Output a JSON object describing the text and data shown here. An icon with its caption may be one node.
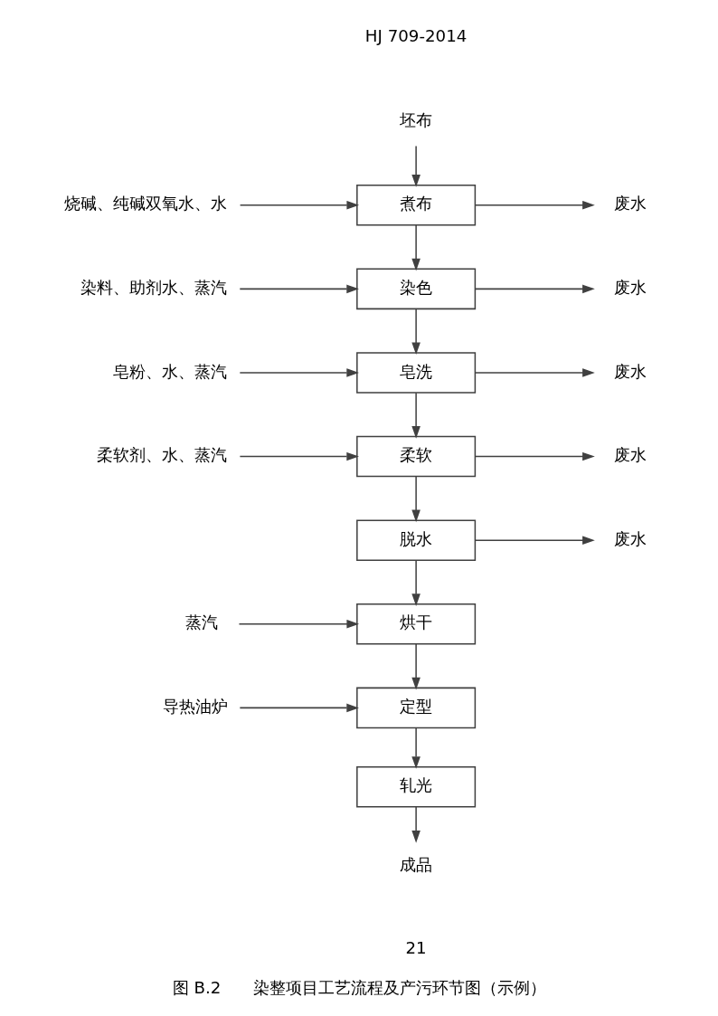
{
  "diagram": {
    "caption": "图 B.2　　染整项目工艺流程及产污环节图（示例）",
    "nodes": [
      {
        "text": [
          "坯布"
        ]
      },
      {
        "text": [
          "煮布"
        ]
      },
      {
        "text": [
          "染色"
        ]
      },
      {
        "text": [
          "皂洗"
        ]
      },
      {
        "text": [
          "柔软"
        ]
      },
      {
        "text": [
          "脱水"
        ]
      },
      {
        "text": [
          "烘干"
        ]
      },
      {
        "text": [
          "定型"
        ]
      },
      {
        "text": [
          "轧光"
        ]
      },
      {
        "text": [
          "成品"
        ]
      },
      {
        "text": [
          "烧碱、纯碱双氧水、水"
        ]
      },
      {
        "text": [
          "染料、助剂水、蒸汽"
        ]
      },
      {
        "text": [
          "皂粉、水、蒸汽"
        ]
      },
      {
        "text": [
          "柔软剂、水、蒸汽"
        ]
      },
      {
        "text": [
          "蒸汽"
        ]
      },
      {
        "text": [
          "导热油炉"
        ]
      },
      {
        "text": [
          "废水"
        ]
      },
      {
        "text": [
          "废水"
        ]
      },
      {
        "text": [
          "废水"
        ]
      },
      {
        "text": [
          "废水"
        ]
      },
      {
        "text": [
          "废水"
        ]
      }
    ],
    "edges": [
      {
        "from": 0,
        "to": 1,
        "arrow": "to"
      },
      {
        "from": 1,
        "to": 2,
        "arrow": "to"
      },
      {
        "from": 2,
        "to": 3,
        "arrow": "to"
      },
      {
        "from": 3,
        "to": 4,
        "arrow": "to"
      },
      {
        "from": 4,
        "to": 5,
        "arrow": "to"
      },
      {
        "from": 5,
        "to": 6,
        "arrow": "to"
      },
      {
        "from": 6,
        "to": 7,
        "arrow": "to"
      },
      {
        "from": 7,
        "to": 8,
        "arrow": "to"
      },
      {
        "from": 8,
        "to": 9,
        "arrow": "to"
      },
      {
        "from": 10,
        "to": 1,
        "arrow": "to"
      },
      {
        "from": 1,
        "to": 16,
        "arrow": "to"
      },
      {
        "from": 11,
        "to": 2,
        "arrow": "to"
      },
      {
        "from": 2,
        "to": 17,
        "arrow": "to"
      },
      {
        "from": 12,
        "to": 3,
        "arrow": "to"
      },
      {
        "from": 3,
        "to": 18,
        "arrow": "to"
      },
      {
        "from": 13,
        "to": 4,
        "arrow": "to"
      },
      {
        "from": 4,
        "to": 19,
        "arrow": "to"
      },
      {
        "from": 5,
        "to": 20,
        "arrow": "to"
      },
      {
        "from": 14,
        "to": 6,
        "arrow": "to"
      },
      {
        "from": 15,
        "to": 7,
        "arrow": "to"
      }
    ],
    "labels": [
      "HJ 709-2014",
      "21"
    ]
  }
}
